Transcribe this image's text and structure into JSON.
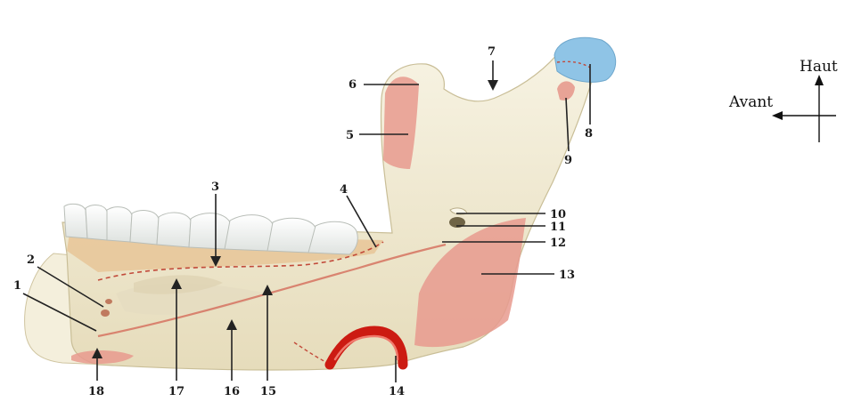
{
  "labels": {
    "n1": "1",
    "n2": "2",
    "n3": "3",
    "n4": "4",
    "n5": "5",
    "n6": "6",
    "n7": "7",
    "n8": "8",
    "n9": "9",
    "n10": "10",
    "n11": "11",
    "n12": "12",
    "n13": "13",
    "n14": "14",
    "n15": "15",
    "n16": "16",
    "n17": "17",
    "n18": "18"
  },
  "orientation": {
    "up": "Haut",
    "front": "Avant"
  },
  "colors": {
    "bone": "#f1ecd6",
    "bone_shadow": "#d9cfae",
    "gum": "#e6b98a",
    "muscle_area": "#e79a8e",
    "condyle": "#8fc4e6",
    "artery": "#cc1b12",
    "tooth": "#fbfbf7"
  }
}
